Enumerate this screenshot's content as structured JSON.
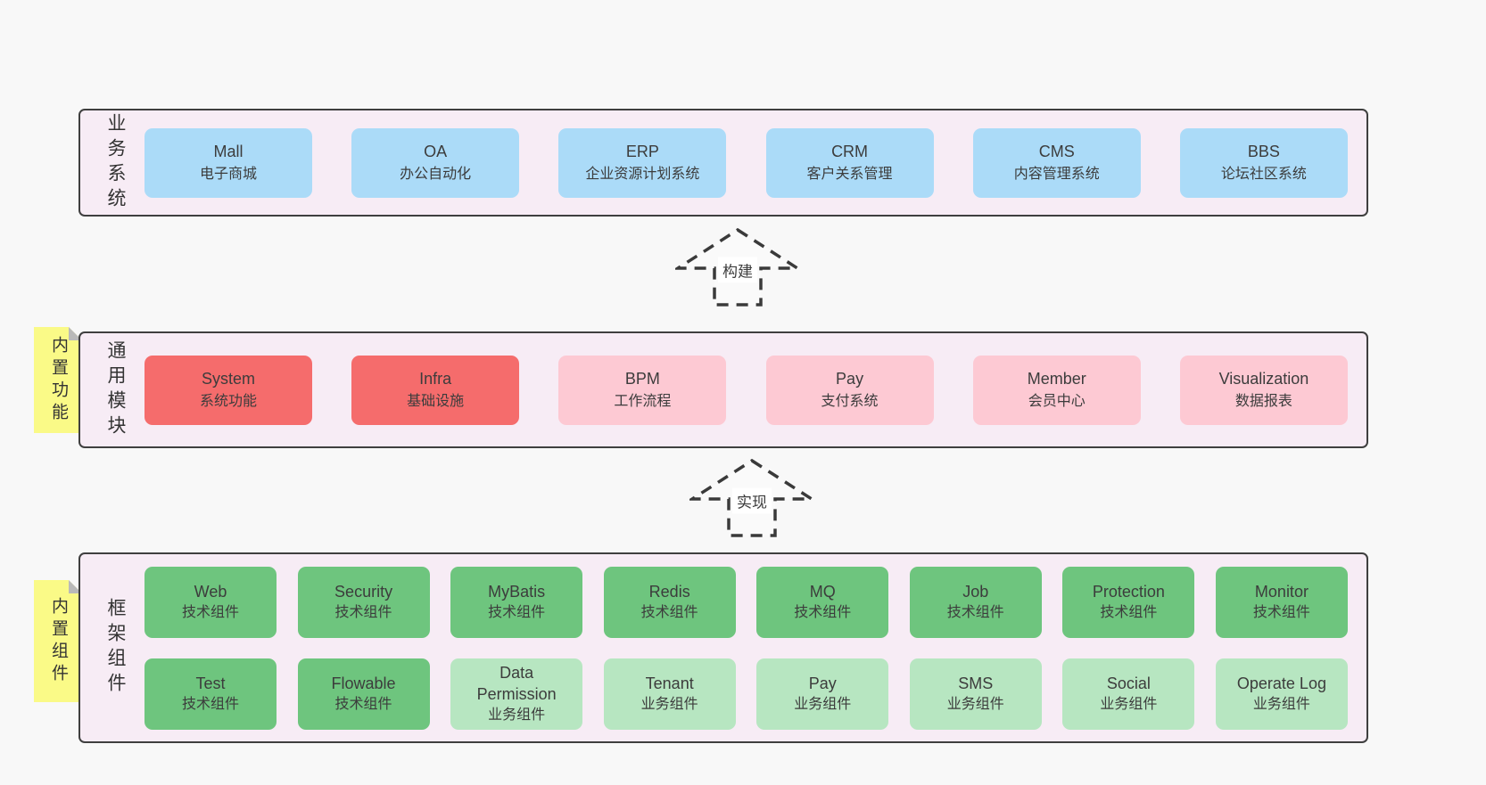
{
  "colors": {
    "page_bg": "#f8f8f8",
    "band_bg": "#f7ecf5",
    "band_border": "#3f3f3f",
    "blue_box": "#abdbf8",
    "red_box": "#f56c6c",
    "pink_box": "#fdc9d3",
    "green_dark_box": "#6ec57e",
    "green_light_box": "#b7e6c1",
    "sticky_yellow": "#fafa87",
    "text": "#3c3c3c"
  },
  "bands": [
    {
      "label": "业务系统",
      "boxes": [
        {
          "name": "Mall",
          "desc": "电子商城",
          "variant": "blue"
        },
        {
          "name": "OA",
          "desc": "办公自动化",
          "variant": "blue"
        },
        {
          "name": "ERP",
          "desc": "企业资源计划系统",
          "variant": "blue"
        },
        {
          "name": "CRM",
          "desc": "客户关系管理",
          "variant": "blue"
        },
        {
          "name": "CMS",
          "desc": "内容管理系统",
          "variant": "blue"
        },
        {
          "name": "BBS",
          "desc": "论坛社区系统",
          "variant": "blue"
        }
      ]
    },
    {
      "label": "通用模块",
      "sticky": "内置功能",
      "boxes": [
        {
          "name": "System",
          "desc": "系统功能",
          "variant": "red"
        },
        {
          "name": "Infra",
          "desc": "基础设施",
          "variant": "red"
        },
        {
          "name": "BPM",
          "desc": "工作流程",
          "variant": "pink"
        },
        {
          "name": "Pay",
          "desc": "支付系统",
          "variant": "pink"
        },
        {
          "name": "Member",
          "desc": "会员中心",
          "variant": "pink"
        },
        {
          "name": "Visualization",
          "desc": "数据报表",
          "variant": "pink"
        }
      ]
    },
    {
      "label": "框架组件",
      "sticky": "内置组件",
      "rows": [
        [
          {
            "name": "Web",
            "desc": "技术组件",
            "variant": "green-dark"
          },
          {
            "name": "Security",
            "desc": "技术组件",
            "variant": "green-dark"
          },
          {
            "name": "MyBatis",
            "desc": "技术组件",
            "variant": "green-dark"
          },
          {
            "name": "Redis",
            "desc": "技术组件",
            "variant": "green-dark"
          },
          {
            "name": "MQ",
            "desc": "技术组件",
            "variant": "green-dark"
          },
          {
            "name": "Job",
            "desc": "技术组件",
            "variant": "green-dark"
          },
          {
            "name": "Protection",
            "desc": "技术组件",
            "variant": "green-dark"
          },
          {
            "name": "Monitor",
            "desc": "技术组件",
            "variant": "green-dark"
          }
        ],
        [
          {
            "name": "Test",
            "desc": "技术组件",
            "variant": "green-dark"
          },
          {
            "name": "Flowable",
            "desc": "技术组件",
            "variant": "green-dark"
          },
          {
            "name": "Data Permission",
            "desc": "业务组件",
            "variant": "green-light"
          },
          {
            "name": "Tenant",
            "desc": "业务组件",
            "variant": "green-light"
          },
          {
            "name": "Pay",
            "desc": "业务组件",
            "variant": "green-light"
          },
          {
            "name": "SMS",
            "desc": "业务组件",
            "variant": "green-light"
          },
          {
            "name": "Social",
            "desc": "业务组件",
            "variant": "green-light"
          },
          {
            "name": "Operate Log",
            "desc": "业务组件",
            "variant": "green-light"
          }
        ]
      ]
    }
  ],
  "arrows": [
    {
      "label": "构建"
    },
    {
      "label": "实现"
    }
  ]
}
